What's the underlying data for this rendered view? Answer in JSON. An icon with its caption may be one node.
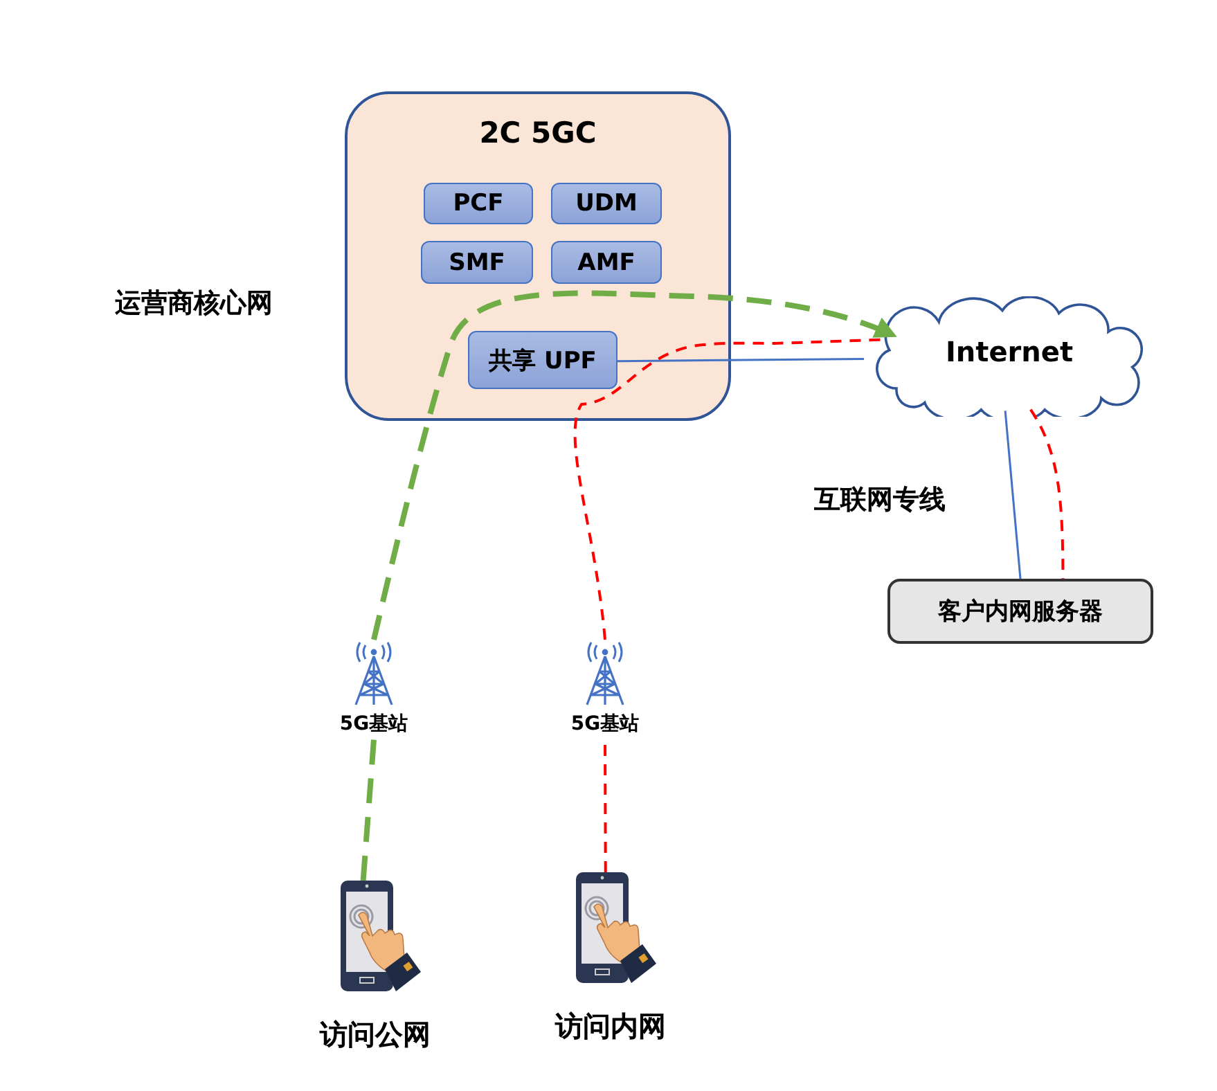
{
  "diagram": {
    "nodes": [
      {
        "text": [
          "2C 5GC"
        ]
      },
      {
        "text": [
          "PCF"
        ],
        "in": 0
      },
      {
        "text": [
          "UDM"
        ],
        "in": 0
      },
      {
        "text": [
          "SMF"
        ],
        "in": 0
      },
      {
        "text": [
          "AMF"
        ],
        "in": 0
      },
      {
        "text": [
          "共享 UPF"
        ],
        "in": 0
      },
      {
        "text": [
          "Internet"
        ]
      },
      {
        "text": [
          "客户内网服务器"
        ]
      },
      {
        "text": [],
        "shape": "picture",
        "beside": [
          "5G基站"
        ]
      },
      {
        "text": [],
        "shape": "picture",
        "beside": [
          "5G基站"
        ]
      },
      {
        "text": [],
        "shape": "picture",
        "beside": [
          "访问公网"
        ]
      },
      {
        "text": [],
        "shape": "picture",
        "beside": [
          "访问内网"
        ]
      }
    ],
    "edges": [
      {
        "from": 5,
        "to": 6,
        "arrow": "none",
        "color": "#4472c4"
      },
      {
        "from": 6,
        "to": 7,
        "arrow": "none",
        "color": "#4472c4"
      },
      {
        "from": 10,
        "to": 8,
        "arrow": "none",
        "style": "dashed",
        "color": "#70ad47"
      },
      {
        "from": 8,
        "to": 6,
        "arrow": "to",
        "style": "dashed",
        "color": "#70ad47"
      },
      {
        "from": 11,
        "to": 9,
        "arrow": "none",
        "style": "dashed",
        "color": "#ff0000"
      },
      {
        "from": 9,
        "to": 6,
        "arrow": "none",
        "style": "dashed",
        "color": "#ff0000"
      },
      {
        "from": 6,
        "to": 7,
        "arrow": "none",
        "style": "dashed",
        "color": "#ff0000"
      }
    ],
    "labels": [
      "运营商核心网",
      "互联网专线"
    ]
  }
}
